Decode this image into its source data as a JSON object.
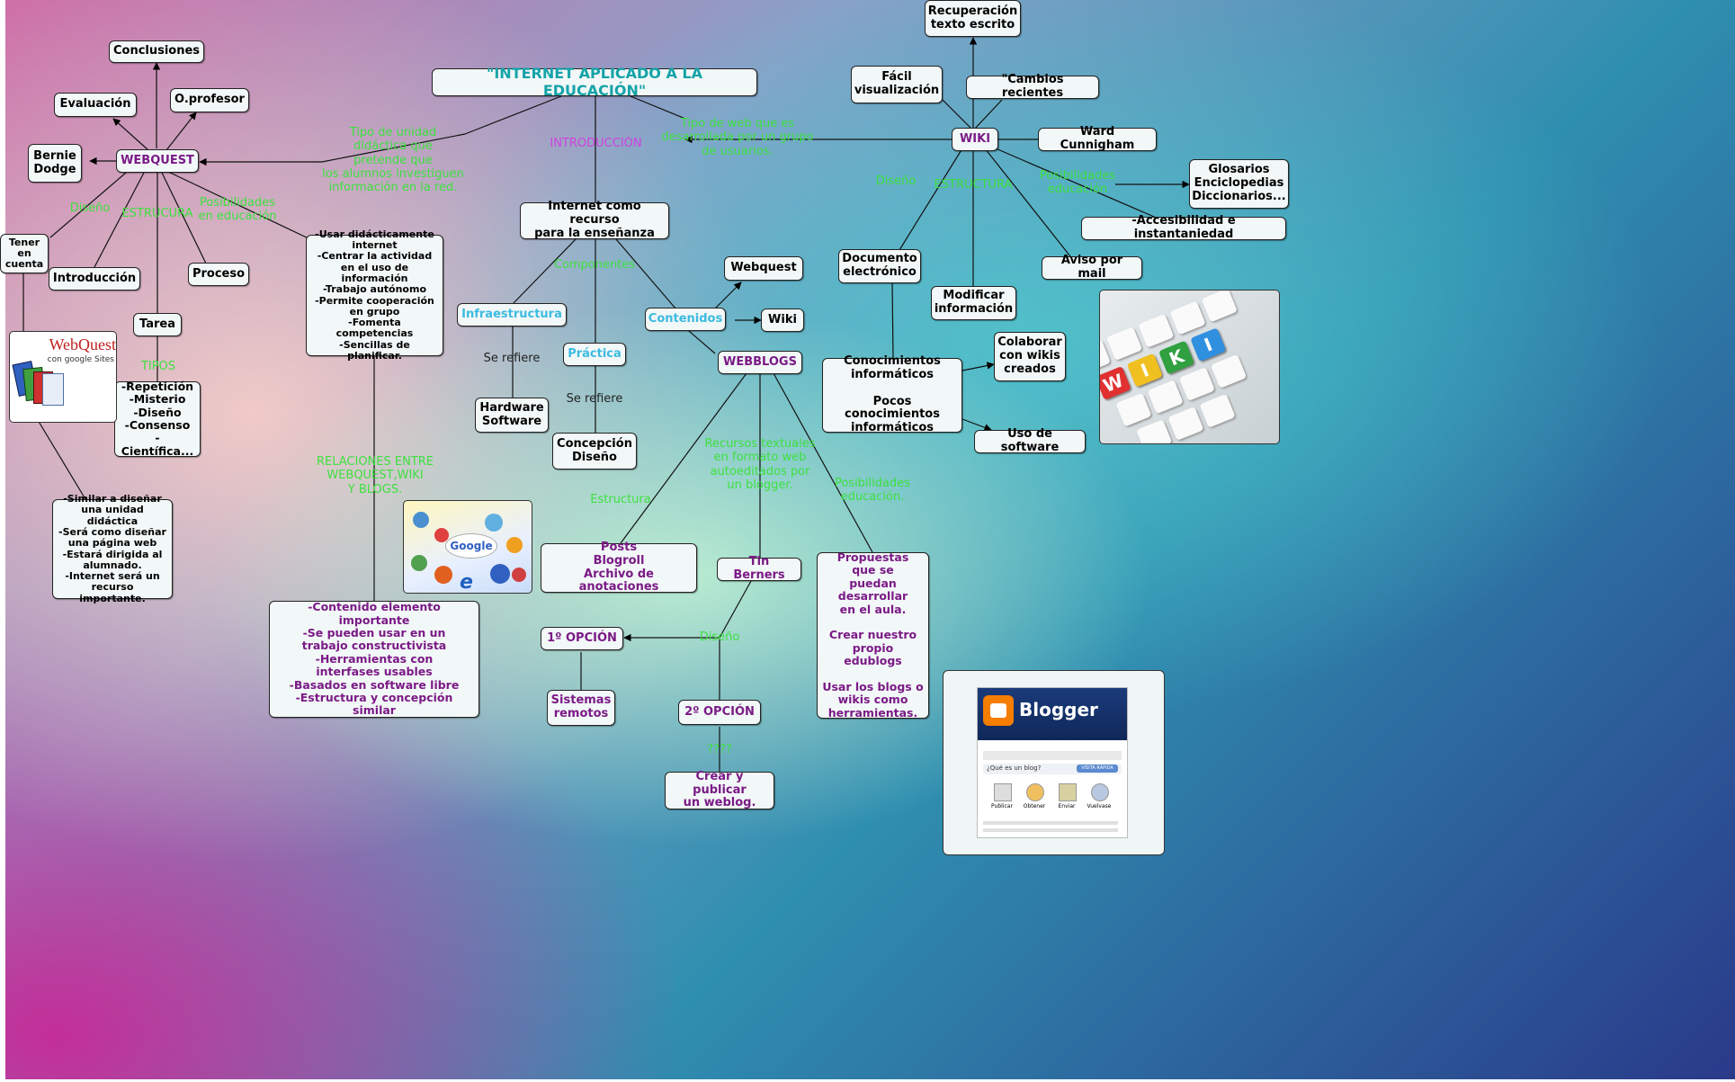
{
  "title": "\"INTERNET APLICADO A LA EDUCACIÓN\"",
  "nodes": {
    "conclusiones": "Conclusiones",
    "evaluacion": "Evaluación",
    "oprofesor": "O.profesor",
    "bernie": "Bernie\nDodge",
    "webquest": "WEBQUEST",
    "tener": "Tener\nen\ncuenta",
    "introduccion": "Introducción",
    "proceso": "Proceso",
    "tarea": "Tarea",
    "tipos_list": "-Repetición\n-Misterio\n-Diseño\n-Consenso\n-Científica...",
    "similar": "-Similar a diseñar\nuna unidad didáctica\n-Será como diseñar\nuna página web\n-Estará dirigida al\nalumnado.\n-Internet será un\nrecurso importante.",
    "usar": "-Usar didácticamente\ninternet\n-Centrar la actividad\nen el uso de\ninformación\n-Trabajo autónomo\n-Permite cooperación\nen grupo\n-Fomenta competencias\n-Sencillas de planificar.",
    "contenido": "-Contenido elemento\nimportante\n-Se pueden usar en un\ntrabajo constructivista\n-Herramientas con\ninterfases usables\n-Basados en software libre\n-Estructura y concepción similar",
    "internet": "Internet como recurso\npara la enseñanza",
    "infraestructura": "Infraestructura",
    "practica": "Práctica",
    "contenidos": "Contenidos",
    "hardware": "Hardware\nSoftware",
    "concepcion": "Concepción\nDiseño",
    "webquest2": "Webquest",
    "wiki2": "Wiki",
    "webblogs": "WEBBLOGS",
    "posts": "Posts\nBlogroll\nArchivo de anotaciones",
    "tin": "Tin Berners",
    "opcion1": "1º OPCIÓN",
    "opcion2": "2º OPCIÓN",
    "sistemas": "Sistemas\nremotos",
    "crear": "Crear y publicar\nun weblog.",
    "propuestas": "Propuestas\nque se\npuedan\ndesarrollar\nen el aula.\n\nCrear nuestro\npropio edublogs\n\nUsar los blogs o\nwikis como\nherramientas.",
    "recuperacion": "Recuperación\ntexto escrito",
    "facil": "Fácil\nvisualización",
    "cambios": "\"Cambios recientes",
    "wiki": "WIKI",
    "ward": "Ward Cunnigham",
    "glosarios": "Glosarios\nEnciclopedias\nDiccionarios...",
    "accesibilidad": "-Accesibilidad e instantaniedad",
    "documento": "Documento\nelectrónico",
    "aviso": "Aviso por mail",
    "modificar": "Modificar\ninformación",
    "conocimientos": "Conocimientos\ninformáticos\n\nPocos conocimientos\ninformáticos",
    "colaborar": "Colaborar\ncon wikis\ncreados",
    "uso": "Uso de software"
  },
  "labels": {
    "tipo_unidad": "Tipo de unidad\ndidáctica que\npretende que\nlos alumnos investiguen\ninformación en la red.",
    "introduccion_lbl": "INTRODUCCIÓN",
    "tipo_web": "Tipo de web que es\ndesarrollada por un grupo\nde usuarios.",
    "diseno_wq": "Diseño",
    "estructura_wq": "ESTRUCURA",
    "posibilidades_wq": "Posibilidades\nen educación",
    "tipos": "TIPOS",
    "componentes": "Componentes",
    "se_refiere1": "Se refiere",
    "se_refiere2": "Se refiere",
    "relaciones": "RELACIONES ENTRE\nWEBQUEST,WIKI\nY BLOGS.",
    "recursos": "Recursos textuales\nen formato web\nautoeditados por\nun blogger.",
    "estructura_blog": "Estructura",
    "posibilidades_blog": "Posibilidades\neducación.",
    "diseno_blog": "Diseño",
    "interrogacion": "????",
    "diseno_wiki": "Diseño",
    "estructura_wiki": "ESTRUCTURA",
    "posibilidades_wiki": "Posibilidades\neducación"
  },
  "images": {
    "webquest_logo": "WebQuest",
    "webquest_sub": "con google Sites",
    "google": "Google",
    "blogger": "Blogger",
    "blogger_question": "¿Qué es un blog?",
    "blogger_tour": "VISITA RÁPIDA",
    "blogger_actions": [
      "Publicar",
      "Obtener",
      "Enviar",
      "Vuelvase"
    ],
    "wiki_keys": [
      "W",
      "I",
      "K",
      "I"
    ]
  },
  "colors": {
    "node_bg": "#f2f7f7",
    "green_label": "#3ee040",
    "purple_text": "#7a1a86",
    "cyan_text": "#3cbbe0",
    "title_text": "#14a3a8"
  }
}
